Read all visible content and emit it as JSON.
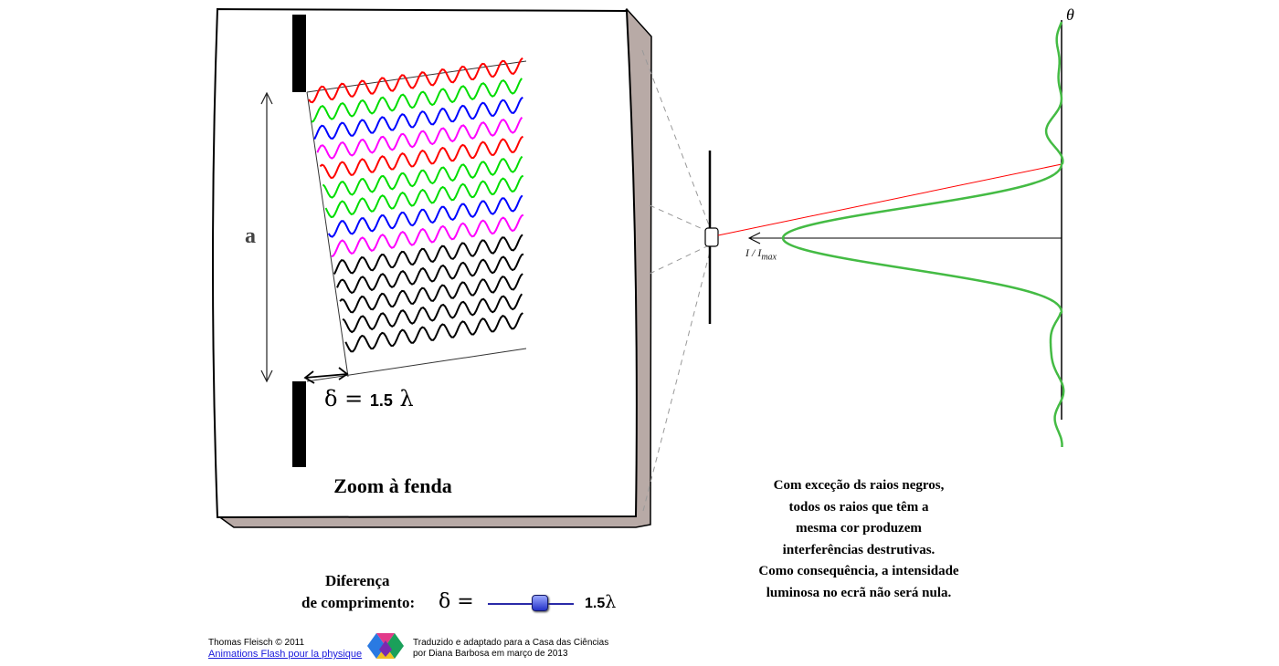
{
  "zoom_panel": {
    "title": "Zoom à fenda",
    "slit_width_label": "a",
    "path_difference_symbol": "δ",
    "path_difference_equals": "=",
    "path_difference_value": "1.5",
    "path_difference_unit": "λ",
    "ray_colors": [
      "#ff0000",
      "#00dd00",
      "#0000ff",
      "#ff00ff",
      "#ff0000",
      "#00dd00",
      "#00dd00",
      "#0000ff",
      "#ff00ff",
      "#000000",
      "#000000",
      "#000000",
      "#000000",
      "#000000"
    ]
  },
  "screen_graph": {
    "angle_label": "θ",
    "intensity_label": "I / I",
    "intensity_subscript": "max",
    "curve_color": "#44bb44",
    "ray_color": "#ff0000"
  },
  "explanation": {
    "lines": [
      "Com exceção ds raios negros,",
      "todos os raios que têm a",
      "mesma cor produzem",
      "interferências destrutivas.",
      "Como consequência, a intensidade",
      "luminosa no ecrã não será nula."
    ]
  },
  "control": {
    "label_line1": "Diferença",
    "label_line2": "de comprimento:",
    "symbol": "δ =",
    "value": "1.5",
    "unit": "λ",
    "value_fraction": 0.6
  },
  "credits": {
    "author": "Thomas Fleisch © 2011",
    "link": "Animations Flash pour la physique",
    "translation_line1": "Traduzido e adaptado para a Casa das Ciências",
    "translation_line2": "por Diana Barbosa em março de 2013"
  }
}
